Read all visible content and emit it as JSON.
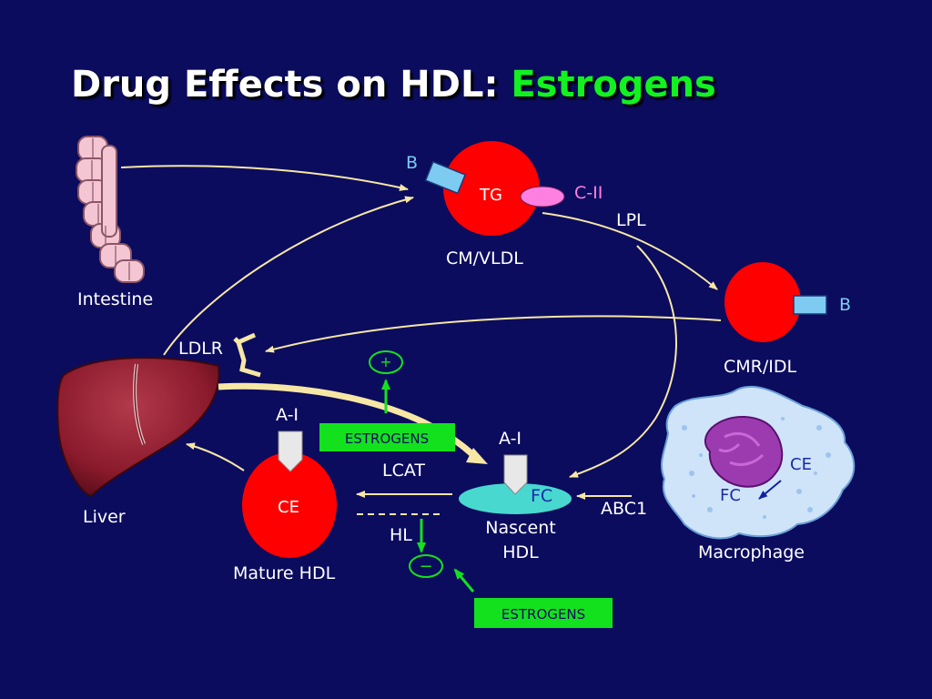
{
  "title": {
    "main": "Drug Effects on HDL: ",
    "accent": "Estrogens"
  },
  "colors": {
    "background": "#0b0c5e",
    "accent": "#12f21e",
    "particle": "#ff0000",
    "arrow": "#f7e7a5",
    "apo_b": "#7ecbf2",
    "apo_cii": "#ff80e0",
    "nascent": "#48d8d0",
    "estrogen_box": "#14e11e"
  },
  "labels": {
    "intestine": "Intestine",
    "liver": "Liver",
    "ldlr": "LDLR",
    "b_top": "B",
    "tg": "TG",
    "cii": "C-II",
    "lpl": "LPL",
    "cm_vldl": "CM/VLDL",
    "b_right": "B",
    "cmr_idl": "CMR/IDL",
    "ai_left": "A-I",
    "ce_left": "CE",
    "mature_hdl": "Mature HDL",
    "lcat": "LCAT",
    "hl": "HL",
    "ai_right": "A-I",
    "fc_nascent": "FC",
    "nascent": "Nascent",
    "hdl": "HDL",
    "abc1": "ABC1",
    "ce_macro": "CE",
    "fc_macro": "FC",
    "macrophage": "Macrophage",
    "plus": "+",
    "minus": "−",
    "estrogens_top": "ESTROGENS",
    "estrogens_bottom": "ESTROGENS"
  },
  "icons": [
    "intestine-icon",
    "liver-icon",
    "macrophage-icon",
    "ldl-receptor-icon"
  ]
}
